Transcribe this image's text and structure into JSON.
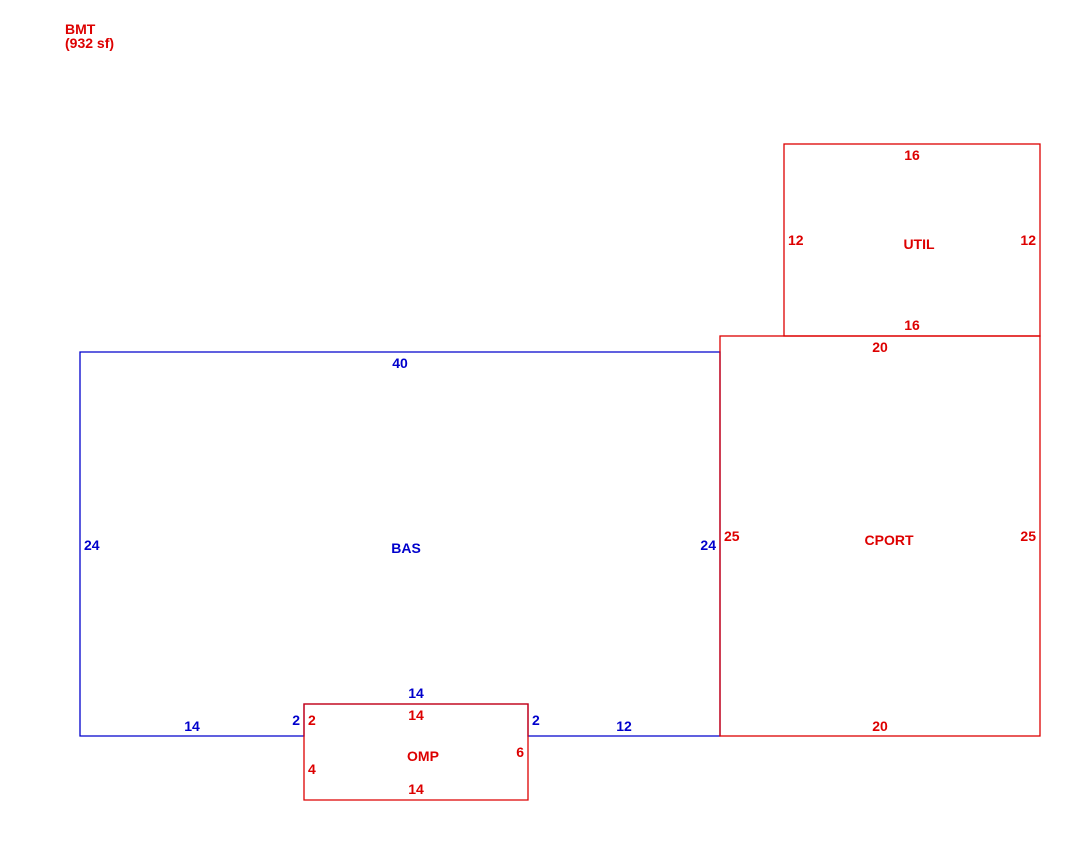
{
  "legend": {
    "code": "BMT",
    "area": "(932 sf)"
  },
  "colors": {
    "main": "#0000cc",
    "addition": "#dd0000",
    "background": "#ffffff"
  },
  "areas": {
    "bas": {
      "label": "BAS",
      "dims": {
        "top": "40",
        "left": "24",
        "right": "24",
        "bottom_left": "14",
        "bottom_right": "12",
        "step_left": "2",
        "step_right": "2",
        "step_top": "14"
      }
    },
    "cport": {
      "label": "CPORT",
      "dims": {
        "top": "20",
        "bottom": "20",
        "left": "25",
        "right": "25"
      }
    },
    "util": {
      "label": "UTIL",
      "dims": {
        "top": "16",
        "bottom": "16",
        "left": "12",
        "right": "12"
      }
    },
    "omp": {
      "label": "OMP",
      "dims": {
        "top": "14",
        "bottom": "14",
        "left_upper": "2",
        "left_lower": "4",
        "right": "6"
      }
    }
  }
}
